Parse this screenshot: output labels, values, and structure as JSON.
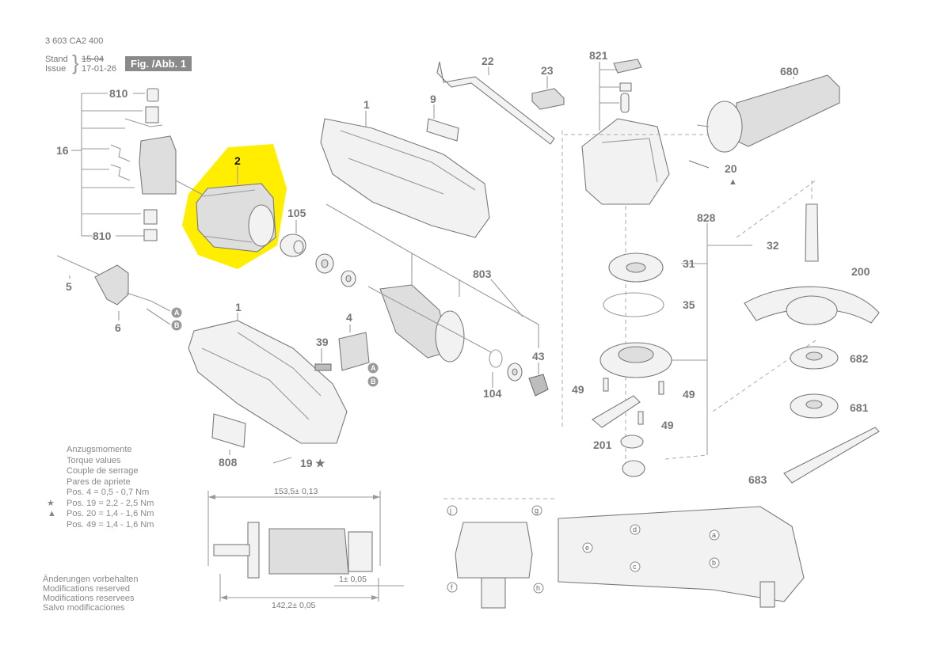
{
  "header": {
    "part_number": "3 603 CA2 400",
    "stand_label": "Stand",
    "issue_label": "Issue",
    "stand_old_date": "15-04",
    "issue_date": "17-01-26",
    "figure_label": "Fig. /Abb. 1"
  },
  "torque": {
    "lines": [
      "Anzugsmomente",
      "Torque values",
      "Couple de serrage",
      "Pares de apriete"
    ],
    "rows": [
      {
        "symbol": "",
        "text": "Pos.   4 = 0,5 - 0,7 Nm"
      },
      {
        "symbol": "★",
        "text": "Pos. 19 = 2,2 - 2,5 Nm"
      },
      {
        "symbol": "▲",
        "text": "Pos. 20 = 1,4 - 1,6 Nm"
      },
      {
        "symbol": "",
        "text": "Pos. 49 = 1,4 - 1,6 Nm"
      }
    ]
  },
  "modifications": [
    "Änderungen vorbehalten",
    "Modifications reserved",
    "Modifications reservees",
    "Salvo modificaciones"
  ],
  "parts": {
    "p810a": "810",
    "p810b": "810",
    "p16": "16",
    "p2": "2",
    "p1a": "1",
    "p1b": "1",
    "p9": "9",
    "p22": "22",
    "p23": "23",
    "p821": "821",
    "p680": "680",
    "p20": "20",
    "p105": "105",
    "p5": "5",
    "p6": "6",
    "p803": "803",
    "p828": "828",
    "p32": "32",
    "p31": "31",
    "p35": "35",
    "p200": "200",
    "p4": "4",
    "p39": "39",
    "p43": "43",
    "p104": "104",
    "p49a": "49",
    "p49b": "49",
    "p49c": "49",
    "p682": "682",
    "p681": "681",
    "p201": "201",
    "p808": "808",
    "p19": "19",
    "p683": "683"
  },
  "callouts": {
    "A": "A",
    "B": "B",
    "f": "f",
    "g": "g",
    "h": "h",
    "j": "j",
    "a": "a",
    "b": "b",
    "c": "c",
    "d": "d",
    "e": "e"
  },
  "dimensions": {
    "overall": "153,5± 0,13",
    "body": "142,2± 0,05",
    "offset": "1± 0,05"
  },
  "highlight_color": "#ffee00"
}
